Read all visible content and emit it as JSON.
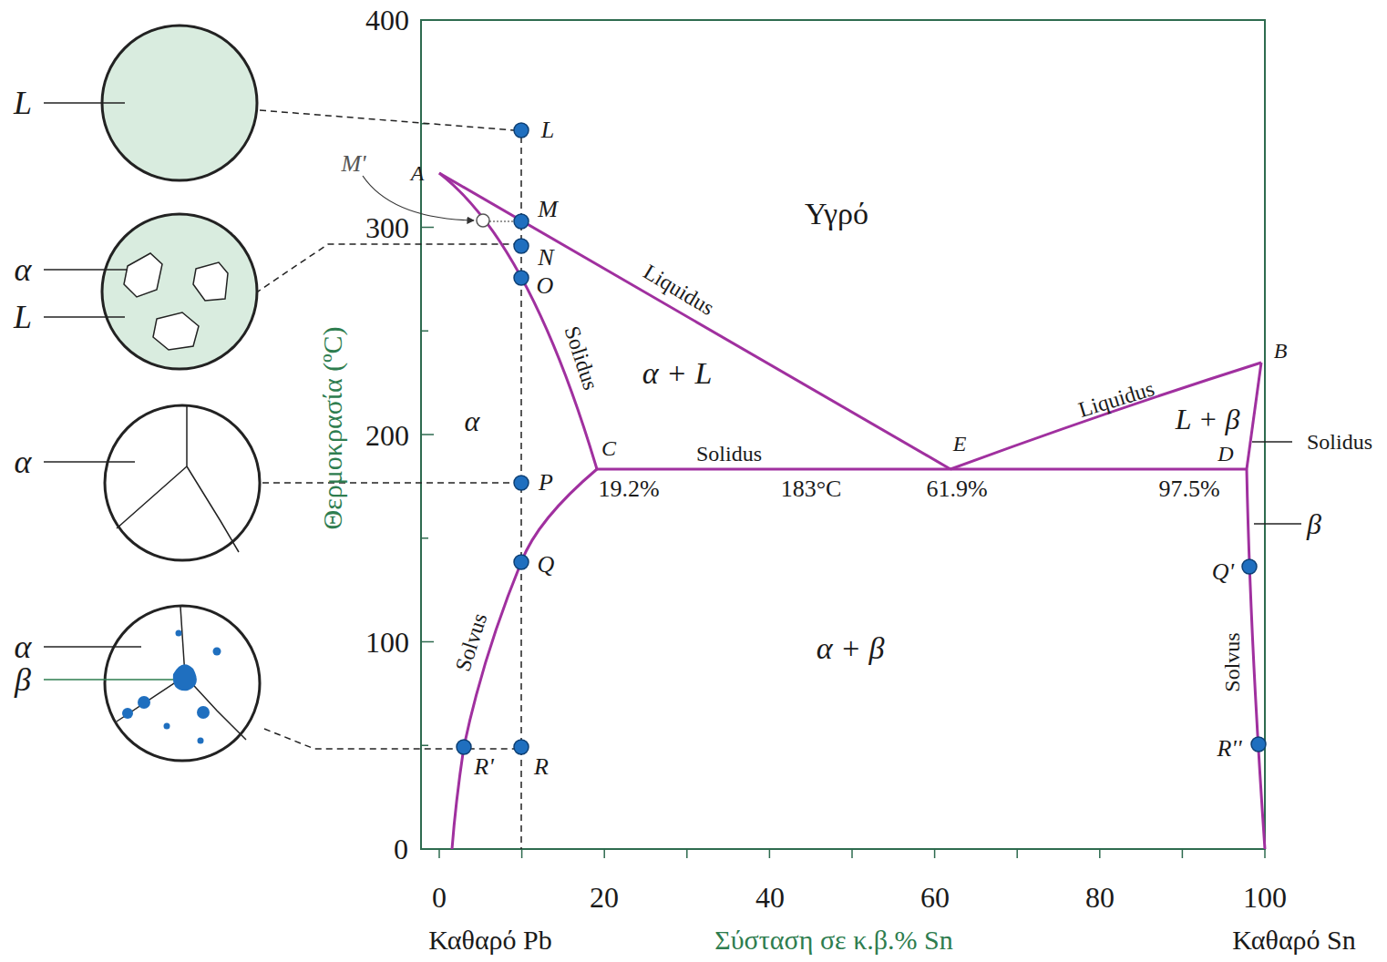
{
  "diagram": {
    "labels": [
      "400",
      "300",
      "200",
      "100",
      "0",
      "0",
      "20",
      "40",
      "60",
      "80",
      "100",
      "Καθαρό Pb",
      "Σύσταση σε κ.β.% Sn",
      "Καθαρό Sn",
      "Θερμοκρασία (ºC)",
      "L",
      "M'",
      "A",
      "M",
      "N",
      "O",
      "Υγρό",
      "Liquidus",
      "Solidus",
      "α + L",
      "α",
      "C",
      "Solidus",
      "E",
      "Liquidus",
      "B",
      "L + β",
      "D",
      "Solidus",
      "19.2%",
      "183°C",
      "61.9%",
      "97.5%",
      "P",
      "β",
      "Q",
      "Q'",
      "α + β",
      "Solvus",
      "Solvus",
      "R'",
      "R",
      "R''",
      "L",
      "α",
      "L",
      "α",
      "α",
      "β"
    ]
  }
}
